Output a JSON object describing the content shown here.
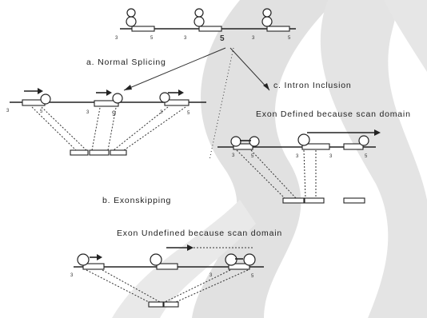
{
  "labels": {
    "normal": "a. Normal Splicing",
    "intron": "c. Intron Inclusion",
    "intron_sub": "Exon Defined because scan domain",
    "skip": "b. Exonskipping",
    "skip_sub": "Exon Undefined because scan domain"
  },
  "site_marks": {
    "three": "3",
    "five": "5",
    "nine": "9"
  },
  "colors": {
    "ink": "#222222",
    "watermark": "#b8b8b8"
  }
}
